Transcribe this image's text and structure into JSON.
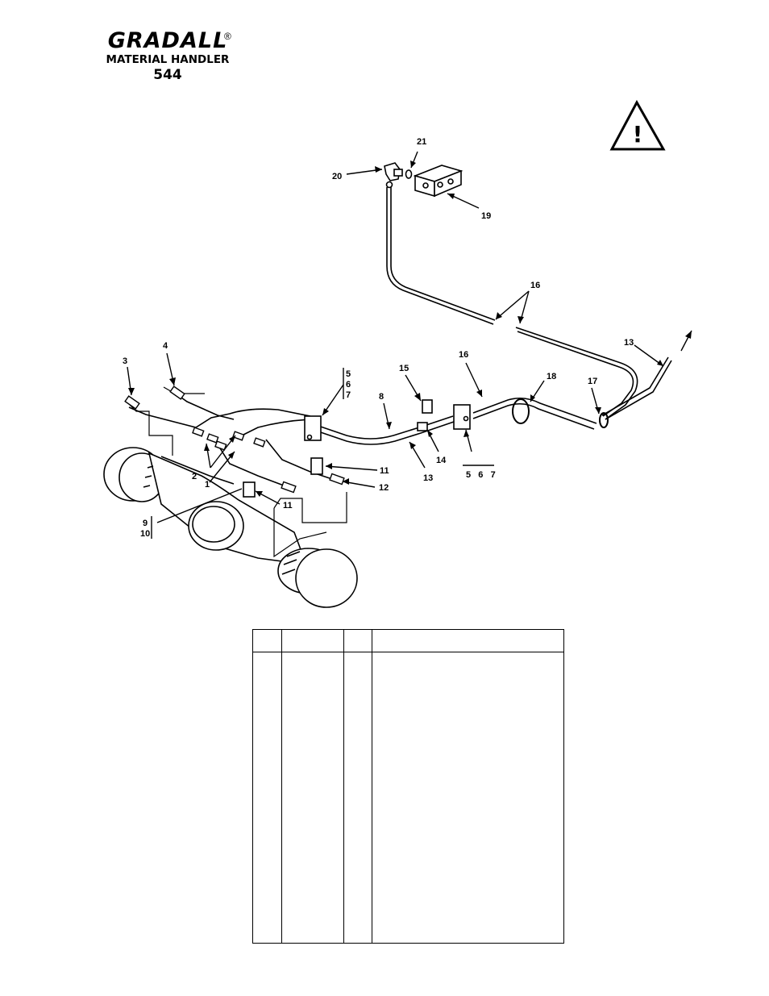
{
  "header": {
    "brand": "GRADALL",
    "registered_mark": "®",
    "subtitle": "MATERIAL HANDLER",
    "model": "544"
  },
  "warning": {
    "icon": "warning-triangle-icon",
    "glyph": "!"
  },
  "callouts": {
    "c1": "1",
    "c2": "2",
    "c3": "3",
    "c4": "4",
    "c5": "5",
    "c6": "6",
    "c7": "7",
    "c8": "8",
    "c9": "9",
    "c10": "10",
    "c11a": "11",
    "c11b": "11",
    "c12": "12",
    "c13a": "13",
    "c13b": "13",
    "c14": "14",
    "c15": "15",
    "c16a": "16",
    "c16b": "16",
    "c17": "17",
    "c18": "18",
    "c19": "19",
    "c20": "20",
    "c21": "21",
    "c567": "5   6   7"
  },
  "parts_table": {
    "columns": [
      "",
      "",
      "",
      ""
    ],
    "rows": []
  }
}
